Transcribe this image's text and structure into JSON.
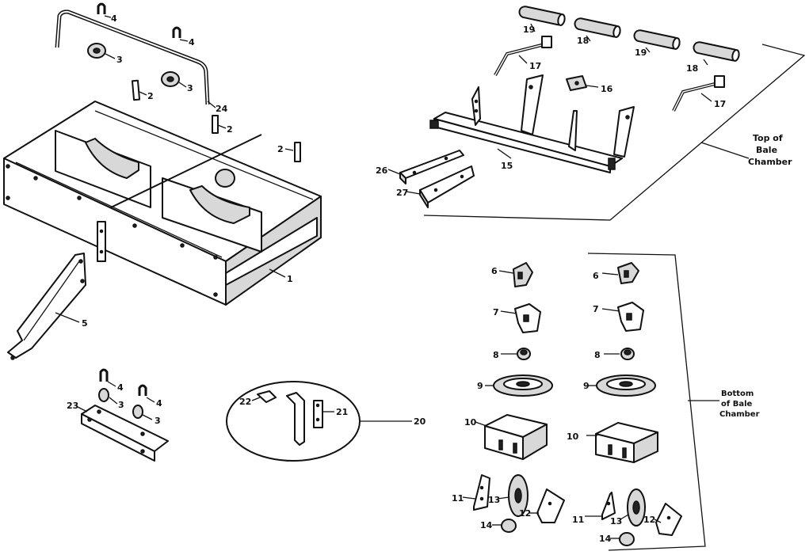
{
  "labels": {
    "n1": "1",
    "n2a": "2",
    "n2b": "2",
    "n2c": "2",
    "n3a": "3",
    "n3b": "3",
    "n3c": "3",
    "n3d": "3",
    "n4a": "4",
    "n4b": "4",
    "n4c": "4",
    "n4d": "4",
    "n5": "5",
    "n6a": "6",
    "n6b": "6",
    "n7a": "7",
    "n7b": "7",
    "n8a": "8",
    "n8b": "8",
    "n9a": "9",
    "n9b": "9",
    "n10a": "10",
    "n10b": "10",
    "n11a": "11",
    "n11b": "11",
    "n12a": "12",
    "n12b": "12",
    "n13a": "13",
    "n13b": "13",
    "n14a": "14",
    "n14b": "14",
    "n15": "15",
    "n16": "16",
    "n17a": "17",
    "n17b": "17",
    "n18a": "18",
    "n18b": "18",
    "n19a": "19",
    "n19b": "19",
    "n20": "20",
    "n21": "21",
    "n22": "22",
    "n23": "23",
    "n24": "24",
    "n26": "26",
    "n27": "27"
  },
  "callouts": {
    "top": [
      "Top of",
      "Bale",
      "Chamber"
    ],
    "bottom": [
      "Bottom",
      "of Bale",
      "Chamber"
    ]
  }
}
